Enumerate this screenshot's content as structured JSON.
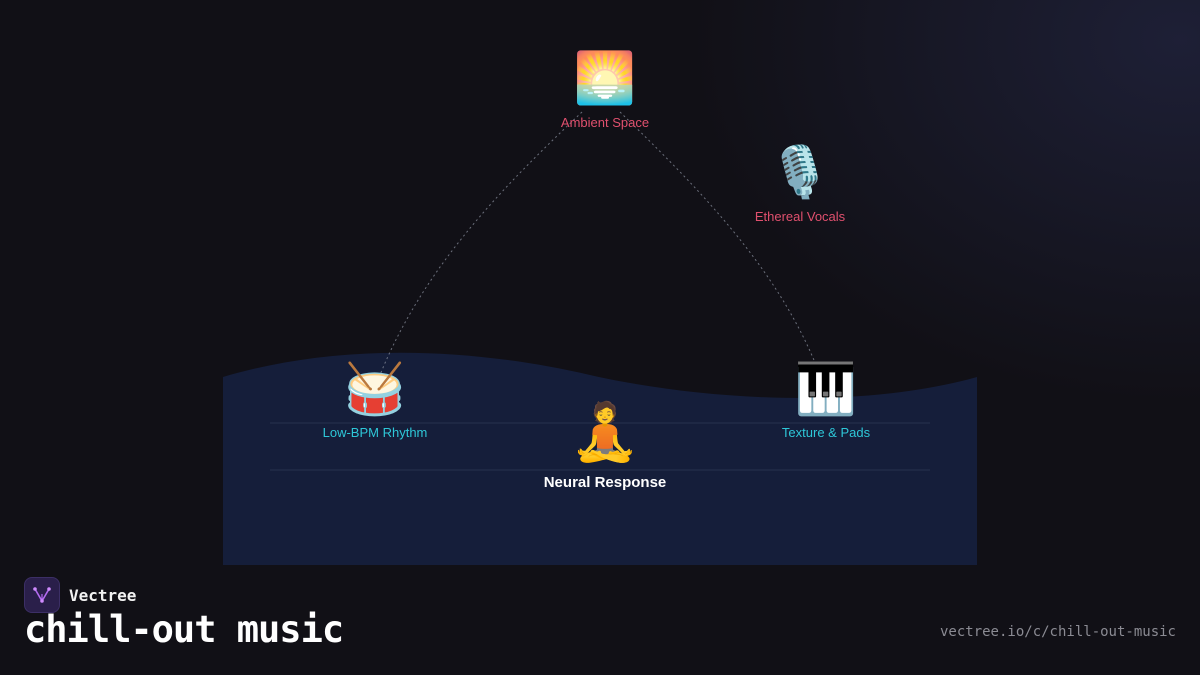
{
  "nodes": {
    "ambient": {
      "icon": "sunrise-over-water-icon",
      "emoji": "🌅",
      "label": "Ambient Space"
    },
    "vocals": {
      "icon": "microphone-icon",
      "emoji": "🎙️",
      "label": "Ethereal Vocals"
    },
    "rhythm": {
      "icon": "drum-icon",
      "emoji": "🥁",
      "label": "Low-BPM Rhythm"
    },
    "pads": {
      "icon": "piano-keys-icon",
      "emoji": "🎹",
      "label": "Texture & Pads"
    },
    "neural": {
      "icon": "meditating-person-icon",
      "emoji": "🧘",
      "label": "Neural Response"
    }
  },
  "brand": {
    "name": "Vectree",
    "logo_icon": "vectree-logo-icon"
  },
  "title": "chill-out music",
  "url": "vectree.io/c/chill-out-music",
  "colors": {
    "background": "#111016",
    "panel": "#151e3a",
    "label_upper": "#e0506e",
    "label_lower": "#2ec7d8",
    "neural_label": "#ffffff",
    "connector": "#8a8f9e"
  }
}
